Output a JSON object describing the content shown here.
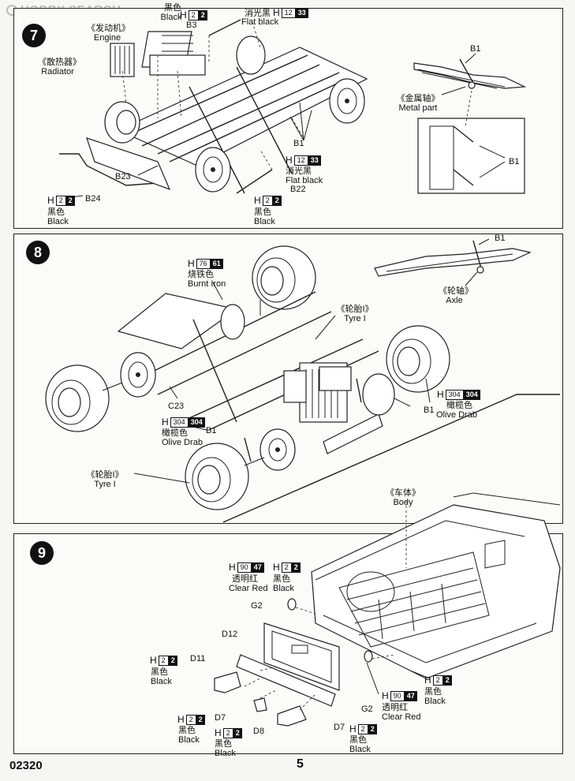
{
  "watermark": "HOBBY SEARCH",
  "footer": {
    "code": "02320",
    "page": "5"
  },
  "steps": {
    "s7": {
      "number": "7",
      "engine_cn": "《发动机》",
      "engine_en": "Engine",
      "radiator_cn": "《散热器》",
      "radiator_en": "Radiator",
      "metal_cn": "《金属轴》",
      "metal_en": "Metal part",
      "b3": "B3",
      "b1a": "B1",
      "b1b": "B1",
      "b1c": "B1",
      "b23": "B23",
      "b24": "B24",
      "b22": "B22",
      "paint_black_top": {
        "h": "H",
        "n1": "2",
        "n2": "2",
        "cn": "黑色",
        "en": "Black"
      },
      "paint_flat_top": {
        "h": "H",
        "n1": "12",
        "n2": "33",
        "cn": "消光黑",
        "en": "Flat black"
      },
      "paint_flat_mid": {
        "h": "H",
        "n1": "12",
        "n2": "33",
        "cn": "消光黑",
        "en": "Flat black"
      },
      "paint_black_left": {
        "h": "H",
        "n1": "2",
        "n2": "2",
        "cn": "黑色",
        "en": "Black"
      },
      "paint_black_mid": {
        "h": "H",
        "n1": "2",
        "n2": "2",
        "cn": "黑色",
        "en": "Black"
      }
    },
    "s8": {
      "number": "8",
      "b1a": "B1",
      "b1b": "B1",
      "b1c": "B1",
      "c23": "C23",
      "axle_cn": "《轮轴》",
      "axle_en": "Axle",
      "tyre_cn_1": "《轮胎I》",
      "tyre_en_1": "Tyre I",
      "tyre_cn_2": "《轮胎I》",
      "tyre_en_2": "Tyre I",
      "paint_burnt": {
        "h": "H",
        "n1": "76",
        "n2": "61",
        "cn": "烧铁色",
        "en": "Burnt Iron"
      },
      "paint_olive_r": {
        "h": "H",
        "n1": "304",
        "n2": "304",
        "cn": "橄榄色",
        "en": "Olive Drab"
      },
      "paint_olive_l": {
        "h": "H",
        "n1": "304",
        "n2": "304",
        "cn": "橄榄色",
        "en": "Olive Drab"
      }
    },
    "s9": {
      "number": "9",
      "body_cn": "《车体》",
      "body_en": "Body",
      "g2a": "G2",
      "g2b": "G2",
      "d12": "D12",
      "d11": "D11",
      "d7a": "D7",
      "d7b": "D7",
      "d8": "D8",
      "paint_clear_top": {
        "h": "H",
        "n1": "90",
        "n2": "47",
        "cn": "透明红",
        "en": "Clear Red"
      },
      "paint_black_top": {
        "h": "H",
        "n1": "2",
        "n2": "2",
        "cn": "黑色",
        "en": "Black"
      },
      "paint_black_d11": {
        "h": "H",
        "n1": "2",
        "n2": "2",
        "cn": "黑色",
        "en": "Black"
      },
      "paint_black_right": {
        "h": "H",
        "n1": "2",
        "n2": "2",
        "cn": "黑色",
        "en": "Black"
      },
      "paint_clear_right": {
        "h": "H",
        "n1": "90",
        "n2": "47",
        "cn": "透明红",
        "en": "Clear Red"
      },
      "paint_black_d7": {
        "h": "H",
        "n1": "2",
        "n2": "2",
        "cn": "黑色",
        "en": "Black"
      },
      "paint_black_d8": {
        "h": "H",
        "n1": "2",
        "n2": "2",
        "cn": "黑色",
        "en": "Black"
      },
      "paint_black_bottom": {
        "h": "H",
        "n1": "2",
        "n2": "2",
        "cn": "黑色",
        "en": "Black"
      }
    }
  }
}
